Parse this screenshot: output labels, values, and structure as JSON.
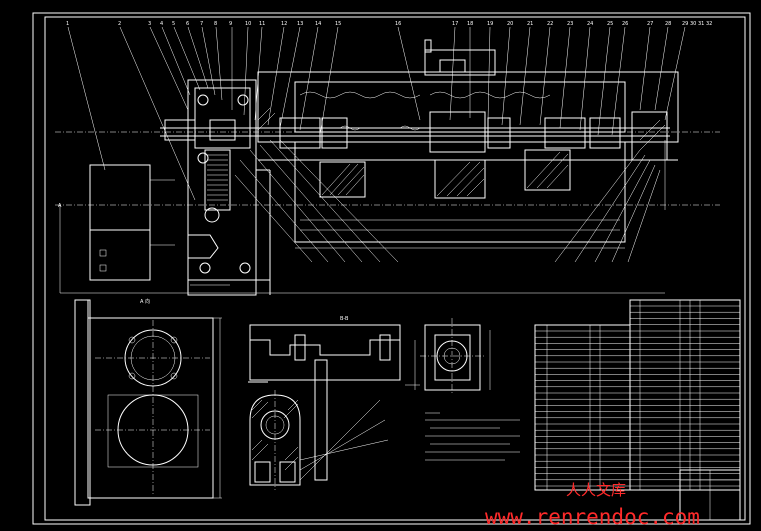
{
  "watermark": {
    "cn": "人人文库",
    "url": "www.renrendoc.com",
    "color": "#ff2a2a"
  },
  "colors": {
    "background": "#000000",
    "lines": "#ffffff"
  },
  "labels": {
    "top_numbers": [
      "1",
      "2",
      "3",
      "4",
      "5",
      "6",
      "7",
      "8",
      "9",
      "10",
      "11",
      "12",
      "13",
      "14",
      "15",
      "16",
      "17",
      "18",
      "19",
      "20",
      "21",
      "22",
      "23",
      "24",
      "25",
      "26",
      "27",
      "28",
      "29",
      "30",
      "31",
      "32"
    ],
    "section_a": "A",
    "view_a_title": "A 向",
    "view_b_title": "B-B"
  }
}
